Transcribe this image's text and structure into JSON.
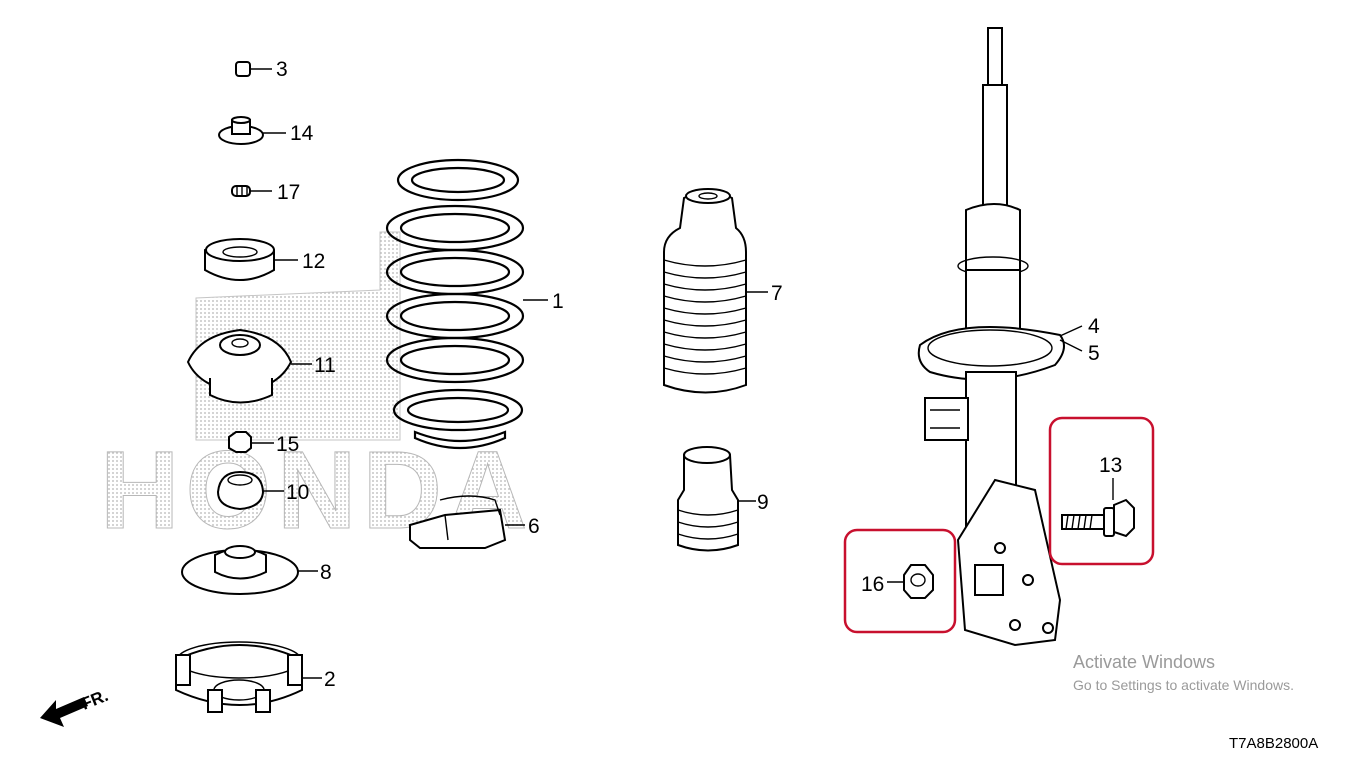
{
  "watermark": {
    "brand": "HONDA"
  },
  "labels": {
    "p1": "1",
    "p2": "2",
    "p3": "3",
    "p4": "4",
    "p5": "5",
    "p6": "6",
    "p7": "7",
    "p8": "8",
    "p9": "9",
    "p10": "10",
    "p11": "11",
    "p12": "12",
    "p13": "13",
    "p14": "14",
    "p15": "15",
    "p16": "16",
    "p17": "17"
  },
  "highlighted_parts": [
    "13",
    "16"
  ],
  "direction": {
    "label": "FR."
  },
  "diagram_code": "T7A8B2800A",
  "activation_notice": {
    "title": "Activate Windows",
    "subtitle": "Go to Settings to activate Windows."
  },
  "colors": {
    "highlight": "#c8102e",
    "line": "#000000",
    "notice": "#9a9a9a"
  }
}
